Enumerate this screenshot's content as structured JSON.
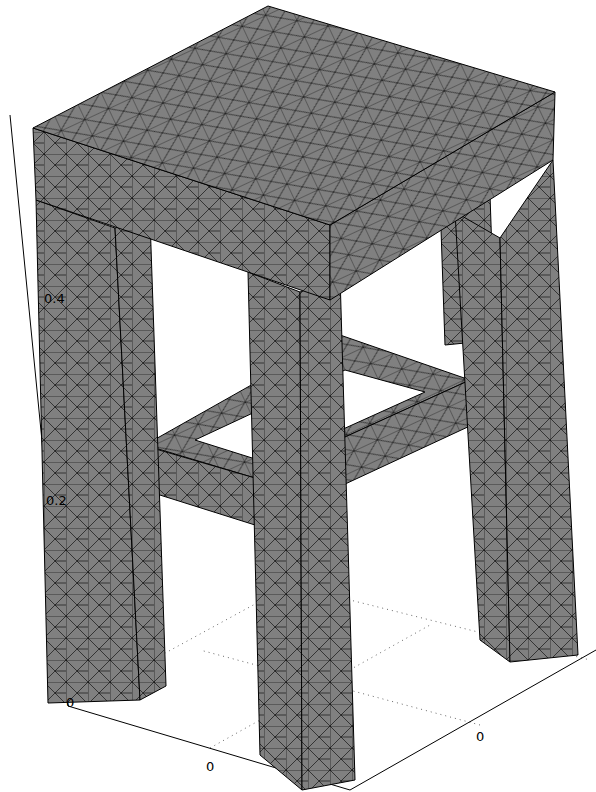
{
  "diagram": {
    "labels": [
      "0.4",
      "0.2",
      "0",
      "0",
      "0"
    ]
  }
}
